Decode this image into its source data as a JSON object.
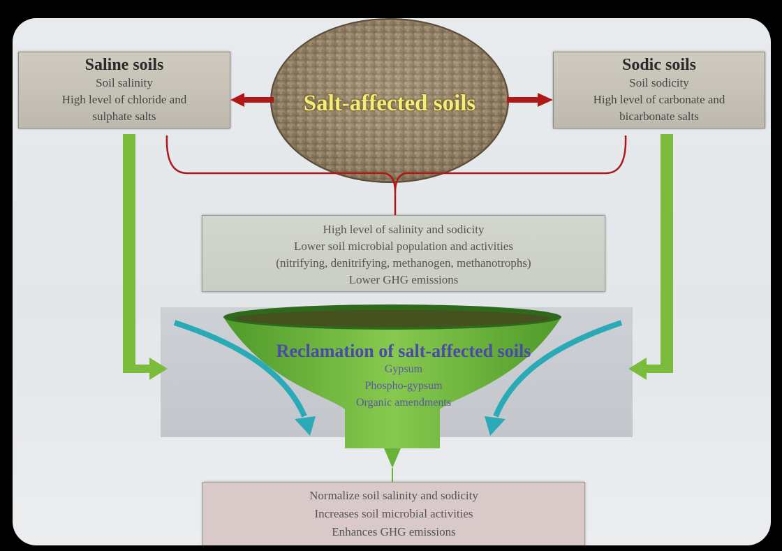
{
  "center": {
    "title": "Salt-affected soils"
  },
  "saline": {
    "title": "Saline soils",
    "lines": [
      "Soil salinity",
      "High level of chloride and",
      "sulphate salts"
    ]
  },
  "sodic": {
    "title": "Sodic soils",
    "lines": [
      "Soil sodicity",
      "High level of carbonate and",
      "bicarbonate salts"
    ]
  },
  "effects": {
    "lines": [
      "High level of salinity and sodicity",
      "Lower soil microbial population and activities",
      "(nitrifying, denitrifying, methanogen, methanotrophs)",
      "Lower GHG emissions"
    ]
  },
  "reclamation": {
    "title": "Reclamation of salt-affected soils",
    "items": [
      "Gypsum",
      "Phospho-gypsum",
      "Organic amendments"
    ]
  },
  "outcome": {
    "lines": [
      "Normalize soil salinity and sodicity",
      "Increases soil microbial activities",
      "Enhances GHG emissions"
    ]
  },
  "colors": {
    "red_connector": "#b01818",
    "green_arrow": "#7dbb3c",
    "teal_arrow": "#2aa9b6",
    "funnel_green": "#69b33a",
    "title_yellow": "#f2ee78",
    "reclamation_blue": "#4b4aa8"
  }
}
